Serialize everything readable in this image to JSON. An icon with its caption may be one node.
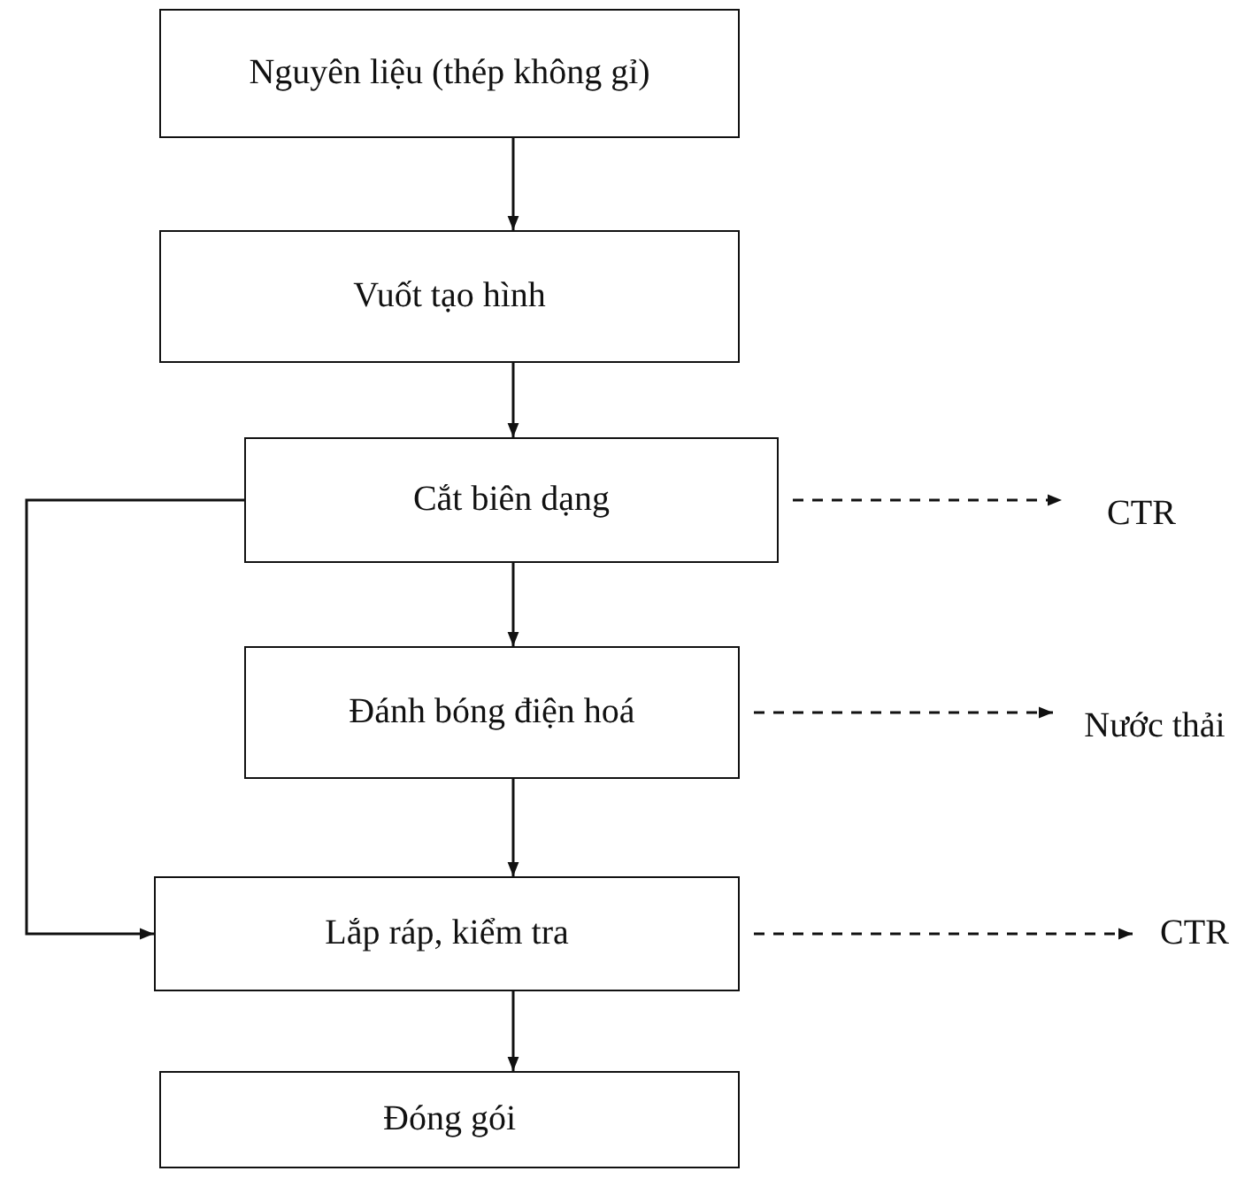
{
  "diagram": {
    "nodes": [
      {
        "text": [
          "Nguyên liệu (thép không gỉ)"
        ]
      },
      {
        "text": [
          "Vuốt tạo hình"
        ]
      },
      {
        "text": [
          "Cắt biên dạng"
        ]
      },
      {
        "text": [
          "Đánh bóng điện hoá"
        ]
      },
      {
        "text": [
          "Lắp ráp, kiểm tra"
        ]
      },
      {
        "text": [
          "Đóng gói"
        ]
      },
      {
        "text": [
          "CTR"
        ]
      },
      {
        "text": [
          "Nước thải"
        ]
      },
      {
        "text": [
          "CTR"
        ]
      }
    ],
    "edges": [
      {
        "from": 0,
        "to": 1,
        "arrow": "to"
      },
      {
        "from": 1,
        "to": 2,
        "arrow": "to"
      },
      {
        "from": 2,
        "to": 3,
        "arrow": "to"
      },
      {
        "from": 3,
        "to": 4,
        "arrow": "to"
      },
      {
        "from": 4,
        "to": 5,
        "arrow": "to"
      },
      {
        "from": 2,
        "to": 4,
        "arrow": "to"
      },
      {
        "from": 2,
        "to": 6,
        "arrow": "to",
        "style": "dashed"
      },
      {
        "from": 3,
        "to": 7,
        "arrow": "to",
        "style": "dashed"
      },
      {
        "from": 4,
        "to": 8,
        "arrow": "to",
        "style": "dashed"
      }
    ]
  }
}
